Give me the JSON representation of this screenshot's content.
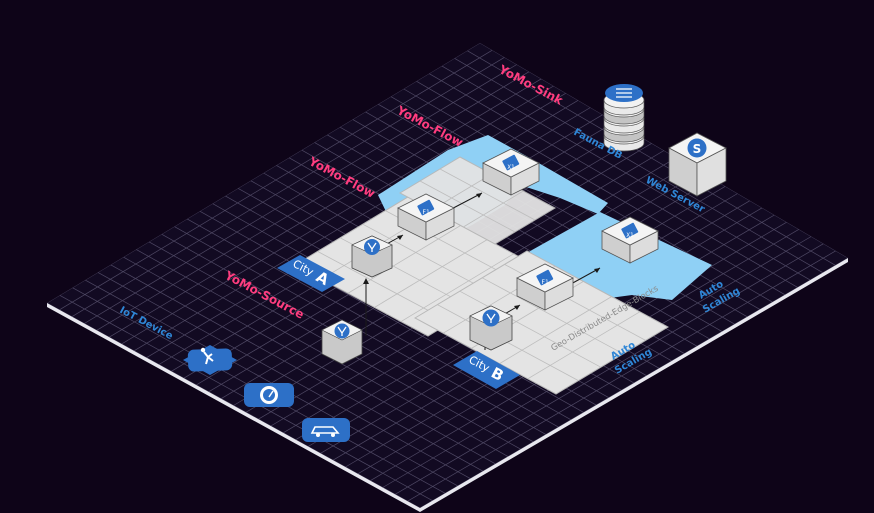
{
  "labels": {
    "sink": "YoMo-Sink",
    "flow_upper": "YoMo-Flow",
    "flow_lower": "YoMo-Flow",
    "source": "YoMo-Source",
    "fauna_db": "Fauna DB",
    "web_server": "Web Server",
    "iot_device": "IoT Device",
    "auto_scaling_1": "Auto",
    "auto_scaling_1b": "Scaling",
    "auto_scaling_2": "Auto",
    "auto_scaling_2b": "Scaling",
    "geo_edge": "Geo-Distributed-Edge-Blocks",
    "city_a_word": "City",
    "city_a_letter": "A",
    "city_b_word": "City",
    "city_b_letter": "B",
    "node_f1_a": "F1",
    "node_x1_a": "X1",
    "node_f1_b": "F1",
    "node_x1_b": "X1",
    "web_icon": "S"
  },
  "colors": {
    "background": "#0e0418",
    "grid_line": "#5a5470",
    "grid_plane": "#120a22",
    "accent_pink": "#ff3d7f",
    "accent_blue": "#2f86d6",
    "flow_band": "#8fd0f5",
    "block_face": "#e6e6e6",
    "device_blue": "#2d70c7"
  },
  "icons": [
    "worker-icon",
    "thermometer-icon",
    "car-icon",
    "yomo-source-icon",
    "database-icon",
    "web-server-icon"
  ]
}
